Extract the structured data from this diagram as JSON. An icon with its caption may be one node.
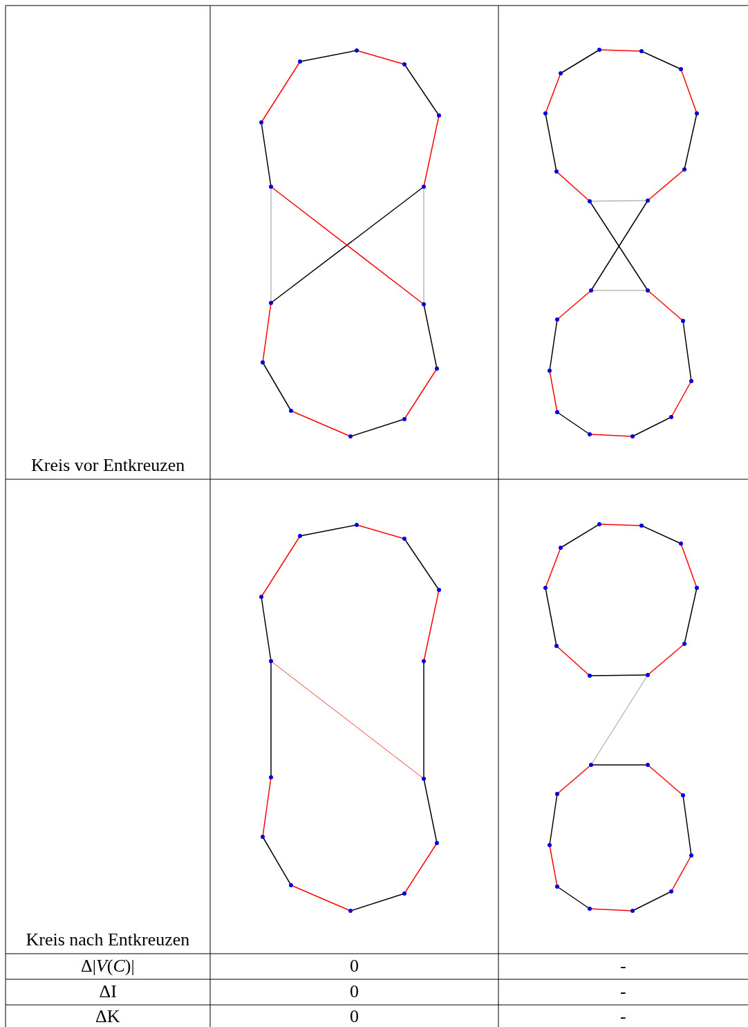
{
  "diagram": {
    "labels": [
      "Kreis vor Entkreuzen",
      "Kreis nach Entkreuzen",
      "Δ|*V*(*C*)|",
      "0",
      "-",
      "ΔI",
      "0",
      "-",
      "ΔK",
      "0",
      "-"
    ]
  }
}
